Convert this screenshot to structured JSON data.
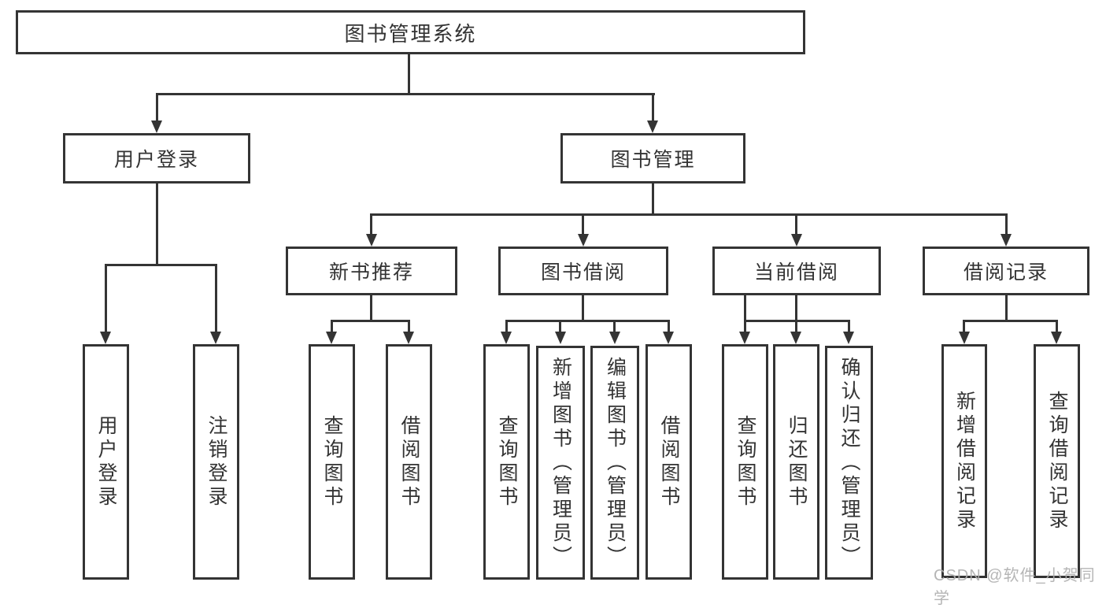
{
  "tree": {
    "label": "图书管理系统",
    "children": [
      {
        "label": "用户登录",
        "children": [
          {
            "label": "用户登录"
          },
          {
            "label": "注销登录"
          }
        ]
      },
      {
        "label": "图书管理",
        "children": [
          {
            "label": "新书推荐",
            "children": [
              {
                "label": "查询图书"
              },
              {
                "label": "借阅图书"
              }
            ]
          },
          {
            "label": "图书借阅",
            "children": [
              {
                "label": "查询图书"
              },
              {
                "label": "新增图书（管理员）"
              },
              {
                "label": "编辑图书（管理员）"
              },
              {
                "label": "借阅图书"
              }
            ]
          },
          {
            "label": "当前借阅",
            "children": [
              {
                "label": "查询图书"
              },
              {
                "label": "归还图书"
              },
              {
                "label": "确认归还（管理员）"
              }
            ]
          },
          {
            "label": "借阅记录",
            "children": [
              {
                "label": "新增借阅记录"
              },
              {
                "label": "查询借阅记录"
              }
            ]
          }
        ]
      }
    ]
  },
  "watermark": {
    "text": "CSDN @软件_小贺同学"
  },
  "colors": {
    "line": "#343434",
    "box_border": "#343434",
    "text": "#333333",
    "watermark": "#aeaeae",
    "background": "#ffffff"
  }
}
